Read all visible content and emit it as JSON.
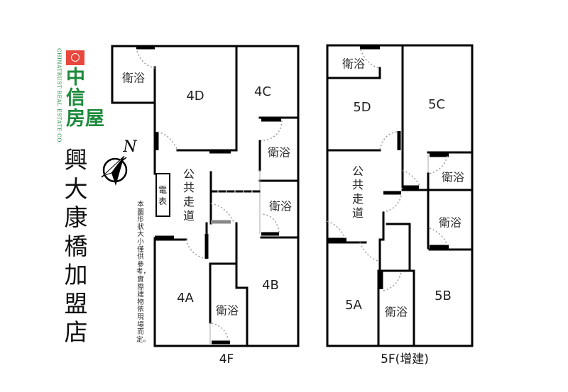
{
  "logo": {
    "brand_cn": "中信房屋",
    "brand_line1": "中",
    "brand_line2": "信",
    "brand_line3": "房屋",
    "brand_en": "CHINATRUST REAL ESTATE CO.",
    "colors": {
      "green": "#1e8a3c",
      "red": "#e8473d"
    }
  },
  "store_name": "興大康橋加盟店",
  "store_chars": [
    "興",
    "大",
    "康",
    "橋",
    "加",
    "盟",
    "店"
  ],
  "compass": {
    "label": "N",
    "icon": "north-arrow-icon"
  },
  "disclaimer": "本圖形狀大小僅供參考，實際建物依現場而定。",
  "floors": [
    {
      "id": "4F",
      "label": "4F",
      "rooms": [
        "4D",
        "4C",
        "4B",
        "4A"
      ],
      "bathroom_label": "衛浴",
      "corridor_label": "公共走道",
      "corridor_chars": [
        "公",
        "共",
        "走",
        "道"
      ],
      "meter_label": "電表",
      "meter_chars": [
        "電",
        "表"
      ]
    },
    {
      "id": "5F",
      "label": "5F(增建)",
      "rooms": [
        "5D",
        "5C",
        "5B",
        "5A"
      ],
      "bathroom_label": "衛浴",
      "corridor_label": "公共走道",
      "corridor_chars": [
        "公",
        "共",
        "走",
        "道"
      ]
    }
  ]
}
